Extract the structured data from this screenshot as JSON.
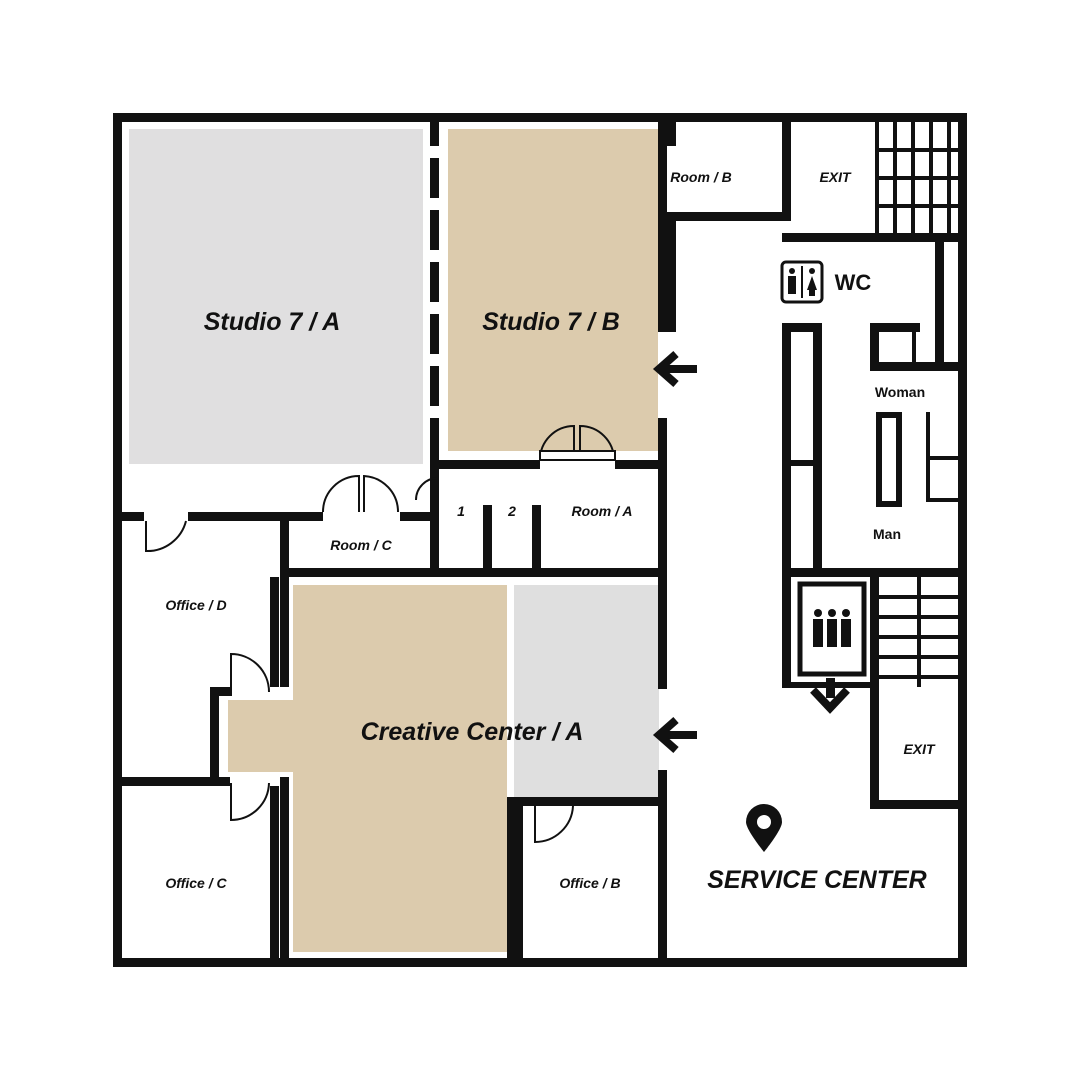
{
  "rooms": {
    "studio_7a": "Studio 7 / A",
    "studio_7b": "Studio 7 / B",
    "room_b": "Room / B",
    "room_a": "Room / A",
    "room_c": "Room / C",
    "booth_1": "1",
    "booth_2": "2",
    "office_d": "Office / D",
    "office_c": "Office / C",
    "office_b": "Office / B",
    "creative_center_a": "Creative Center / A",
    "exit_top": "EXIT",
    "exit_right": "EXIT",
    "wc": "WC",
    "woman": "Woman",
    "man": "Man",
    "service_center": "SERVICE CENTER"
  },
  "colors": {
    "wall": "#111111",
    "studio_gray": "#e0dfe0",
    "studio_beige": "#dccbad",
    "creative_gray": "#dfdfdf"
  },
  "icons": [
    "restroom-icon",
    "elevator-icon",
    "location-pin-icon",
    "arrow-left-icon",
    "arrow-down-icon",
    "stairs-icon"
  ]
}
